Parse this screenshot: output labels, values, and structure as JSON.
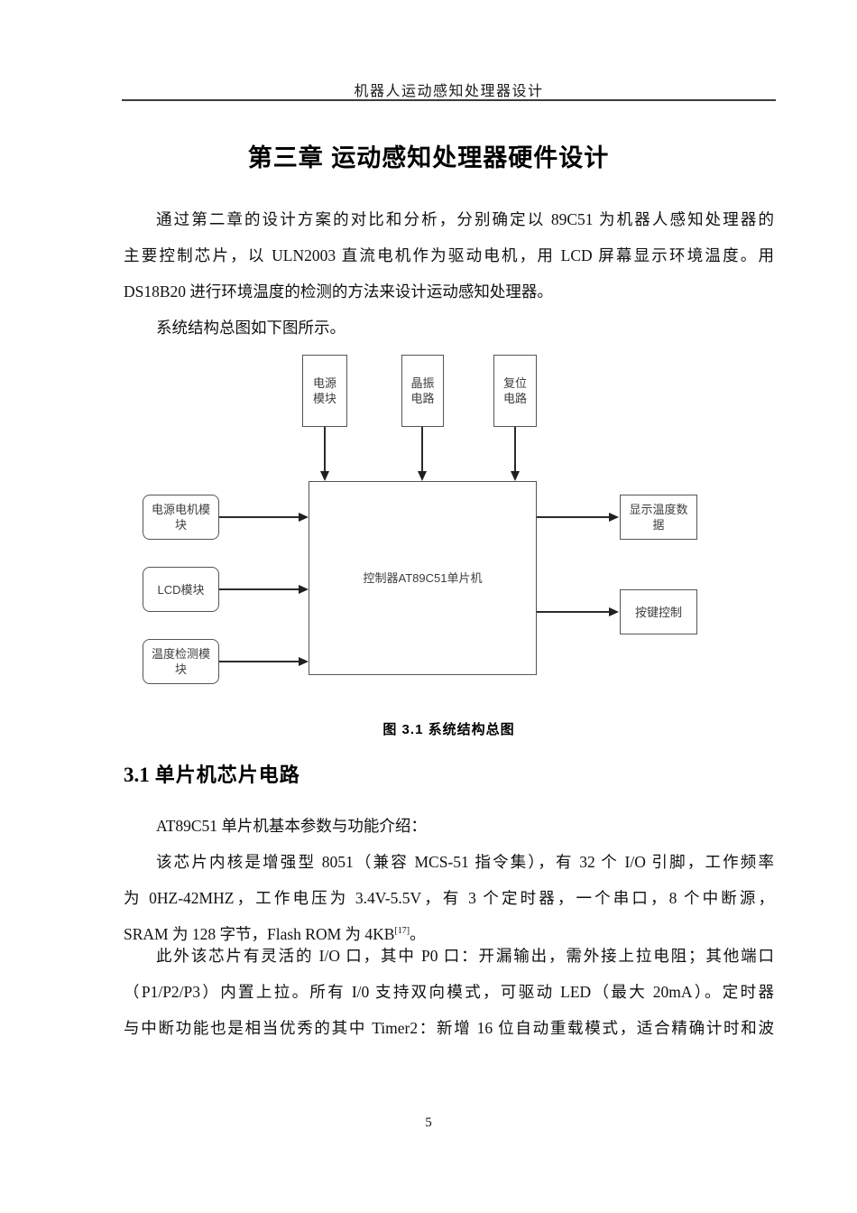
{
  "page": {
    "running_header": "机器人运动感知处理器设计",
    "page_number": "5"
  },
  "chapter_title": "第三章 运动感知处理器硬件设计",
  "content": {
    "p1_lines": [
      "通过第二章的设计方案的对比和分析，分别确定以 89C51 为机器人感知处理器的",
      "主要控制芯片，以 ULN2003 直流电机作为驱动电机，用 LCD 屏幕显示环境温度。用",
      "DS18B20 进行环境温度的检测的方法来设计运动感知处理器。",
      "系统结构总图如下图所示。"
    ],
    "p3": "AT89C51 单片机基本参数与功能介绍：",
    "p4_lines": [
      "该芯片内核是增强型 8051（兼容 MCS-51 指令集），有 32 个 I/O 引脚，工作频率",
      "为 0HZ-42MHZ，工作电压为 3.4V-5.5V，有 3 个定时器，一个串口，8 个中断源，"
    ],
    "p4_last_pre": "SRAM 为 128 字节，Flash ROM 为 4KB",
    "p4_sup": "[17]",
    "p4_last_post": "。",
    "p5_lines": [
      "此外该芯片有灵活的 I/O 口，其中 P0 口：开漏输出，需外接上拉电阻；其他端口",
      "（P1/P2/P3）内置上拉。所有 I/0 支持双向模式，可驱动 LED（最大 20mA）。定时器",
      "与中断功能也是相当优秀的其中 Timer2：新增 16 位自动重载模式，适合精确计时和波"
    ]
  },
  "figure": {
    "caption": "图 3.1 系统结构总图",
    "diagram": {
      "top_boxes": [
        "电源模块",
        "晶振电路",
        "复位电路"
      ],
      "left_boxes": [
        "电源电机模块",
        "LCD模块",
        "温度检测模块"
      ],
      "center_box": "控制器AT89C51单片机",
      "right_boxes": [
        "显示温度数据",
        "按键控制"
      ]
    }
  },
  "section": {
    "number": "3.1",
    "title": "单片机芯片电路"
  },
  "colors": {
    "text": "#111111",
    "rule": "#3c3c3c",
    "diagram_border": "#555555",
    "diagram_text": "#3d3d3d",
    "arrow": "#1f1f1f"
  }
}
